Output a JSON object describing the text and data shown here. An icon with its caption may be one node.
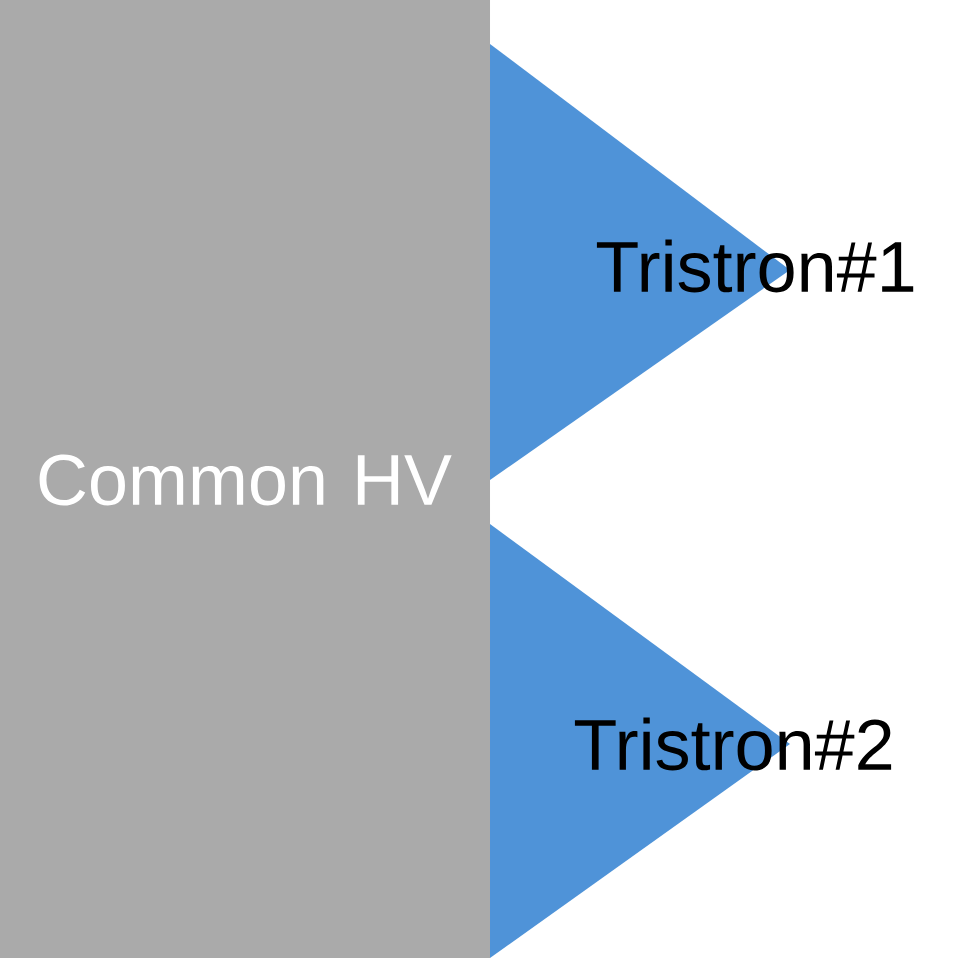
{
  "diagram": {
    "nodes": [
      {
        "text": [
          "Common HV"
        ]
      },
      {
        "text": [
          "Tristron#1"
        ]
      },
      {
        "text": [
          "Tristron#2"
        ]
      }
    ]
  }
}
